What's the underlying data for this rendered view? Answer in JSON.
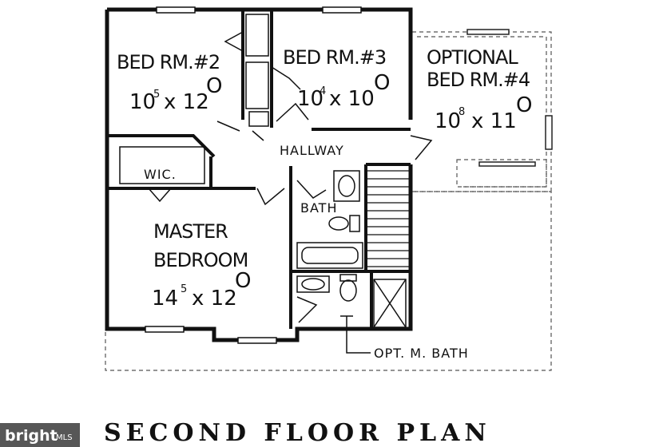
{
  "rooms": {
    "bed2": {
      "name": "BED RM.#2",
      "dim_a": "10",
      "dim_a_sup": "5",
      "dim_b": "x 12",
      "dim_b_sup": "O"
    },
    "bed3": {
      "name": "BED RM.#3",
      "dim_a": "10",
      "dim_a_sup": "4",
      "dim_b": "x 10",
      "dim_b_sup": "O"
    },
    "bed4": {
      "name_line1": "OPTIONAL",
      "name_line2": "BED RM.#4",
      "dim_a": "10",
      "dim_a_sup": "8",
      "dim_b": "x 11",
      "dim_b_sup": "O"
    },
    "master": {
      "name_line1": "MASTER",
      "name_line2": "BEDROOM",
      "dim_a": "14",
      "dim_a_sup": "5",
      "dim_b": "x 12",
      "dim_b_sup": "O"
    },
    "wic": "WIC.",
    "hallway": "HALLWAY",
    "bath": "BATH",
    "opt_bath": "OPT. M. BATH"
  },
  "title": "SECOND FLOOR PLAN",
  "watermark": {
    "brand": "bright",
    "suffix": "MLS"
  }
}
